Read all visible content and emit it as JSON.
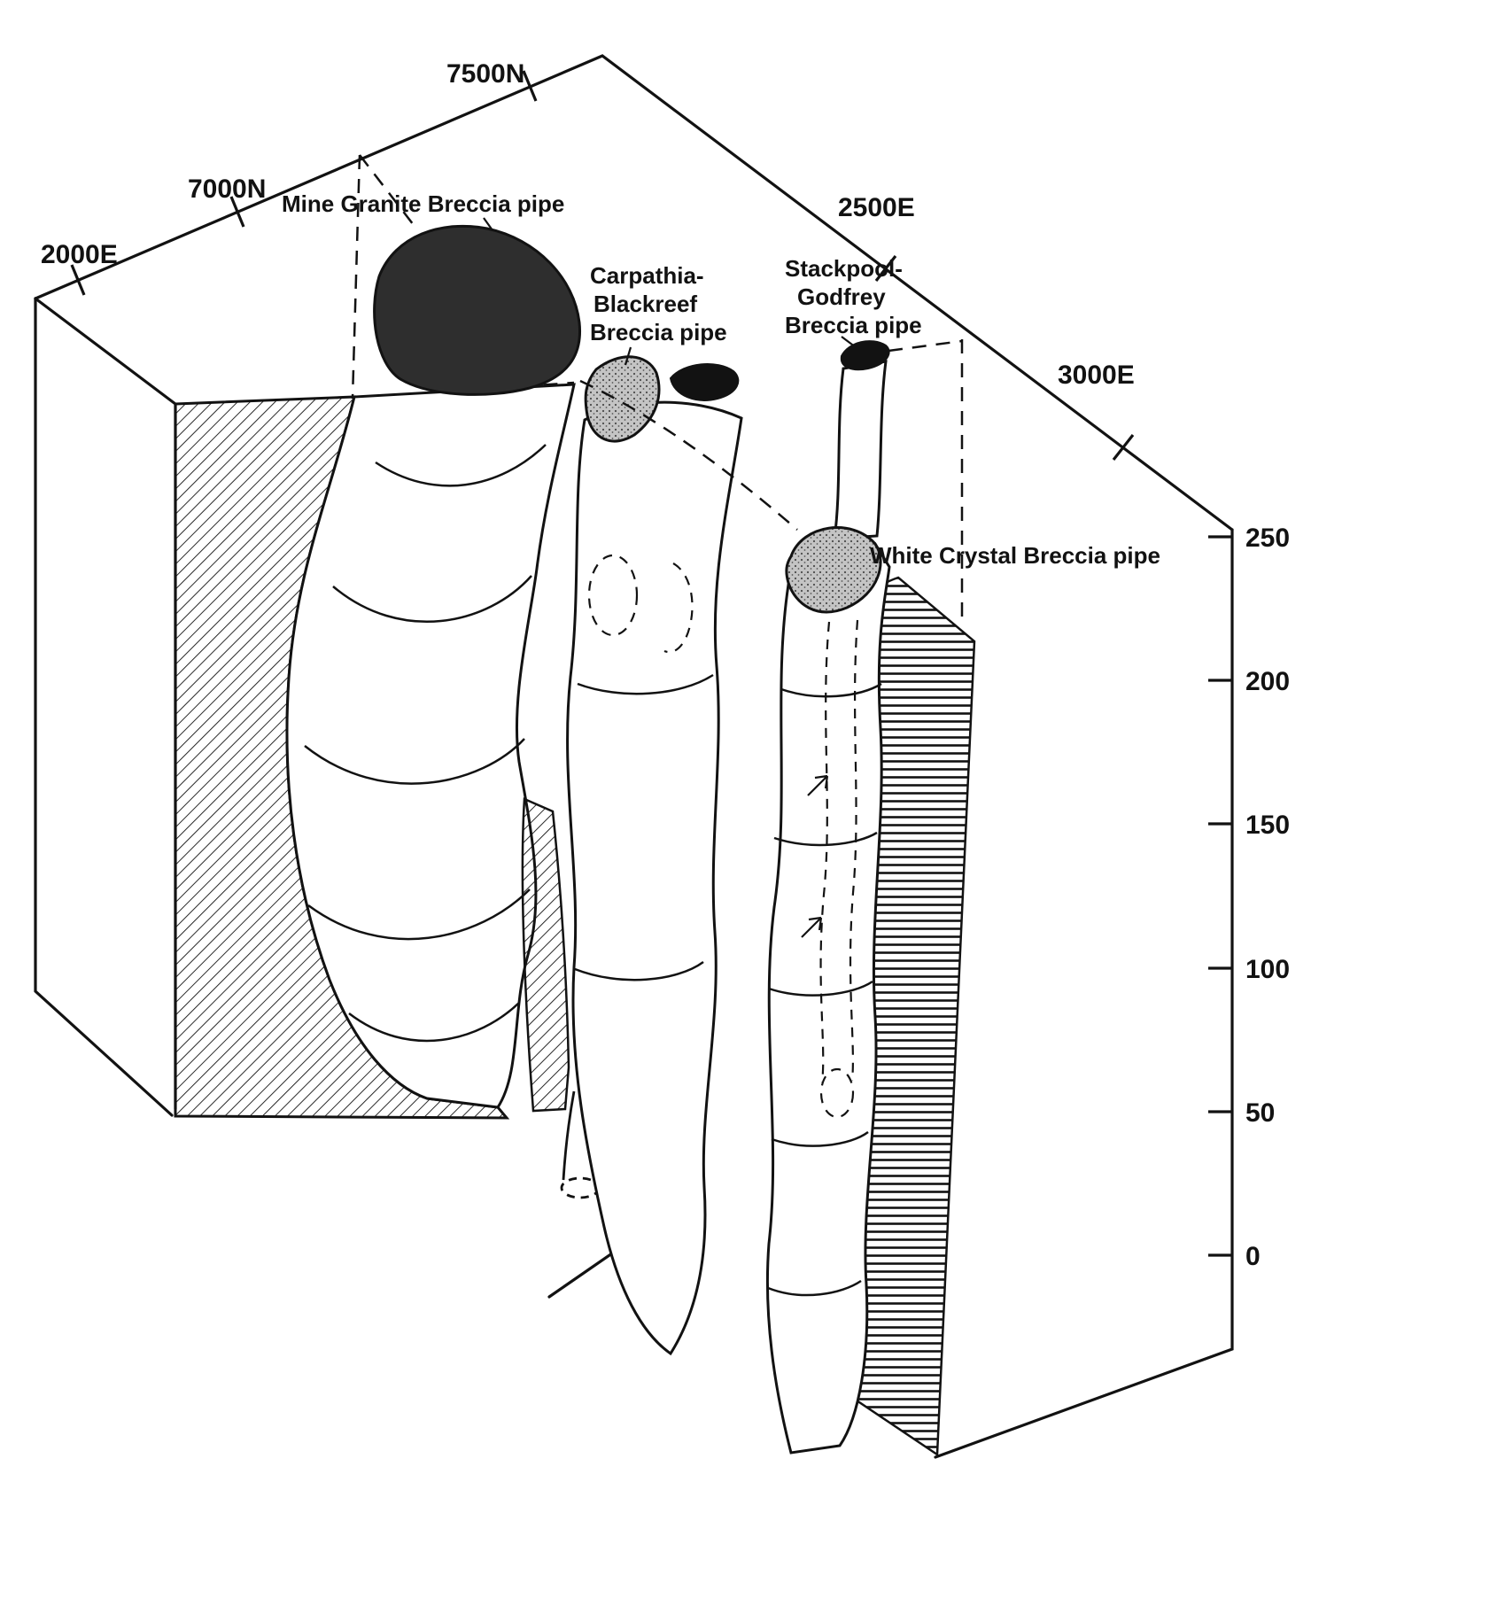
{
  "figure": {
    "type": "isometric-block-diagram",
    "ink": "#121212",
    "paper": "#ffffff",
    "grid_labels": {
      "e2000": "2000E",
      "n7000": "7000N",
      "n7500": "7500N",
      "e2500": "2500E",
      "e3000": "3000E"
    },
    "pipe_labels": {
      "mine_granite": "Mine Granite Breccia pipe",
      "carpathia": [
        "Carpathia-",
        "Blackreef",
        "Breccia pipe"
      ],
      "stackpool": [
        "Stackpool-",
        "Godfrey",
        "Breccia pipe"
      ],
      "white_crystal": "White Crystal Breccia pipe"
    },
    "elevation_axis": {
      "ticks": [
        "250",
        "200",
        "150",
        "100",
        "50",
        "0"
      ]
    }
  }
}
